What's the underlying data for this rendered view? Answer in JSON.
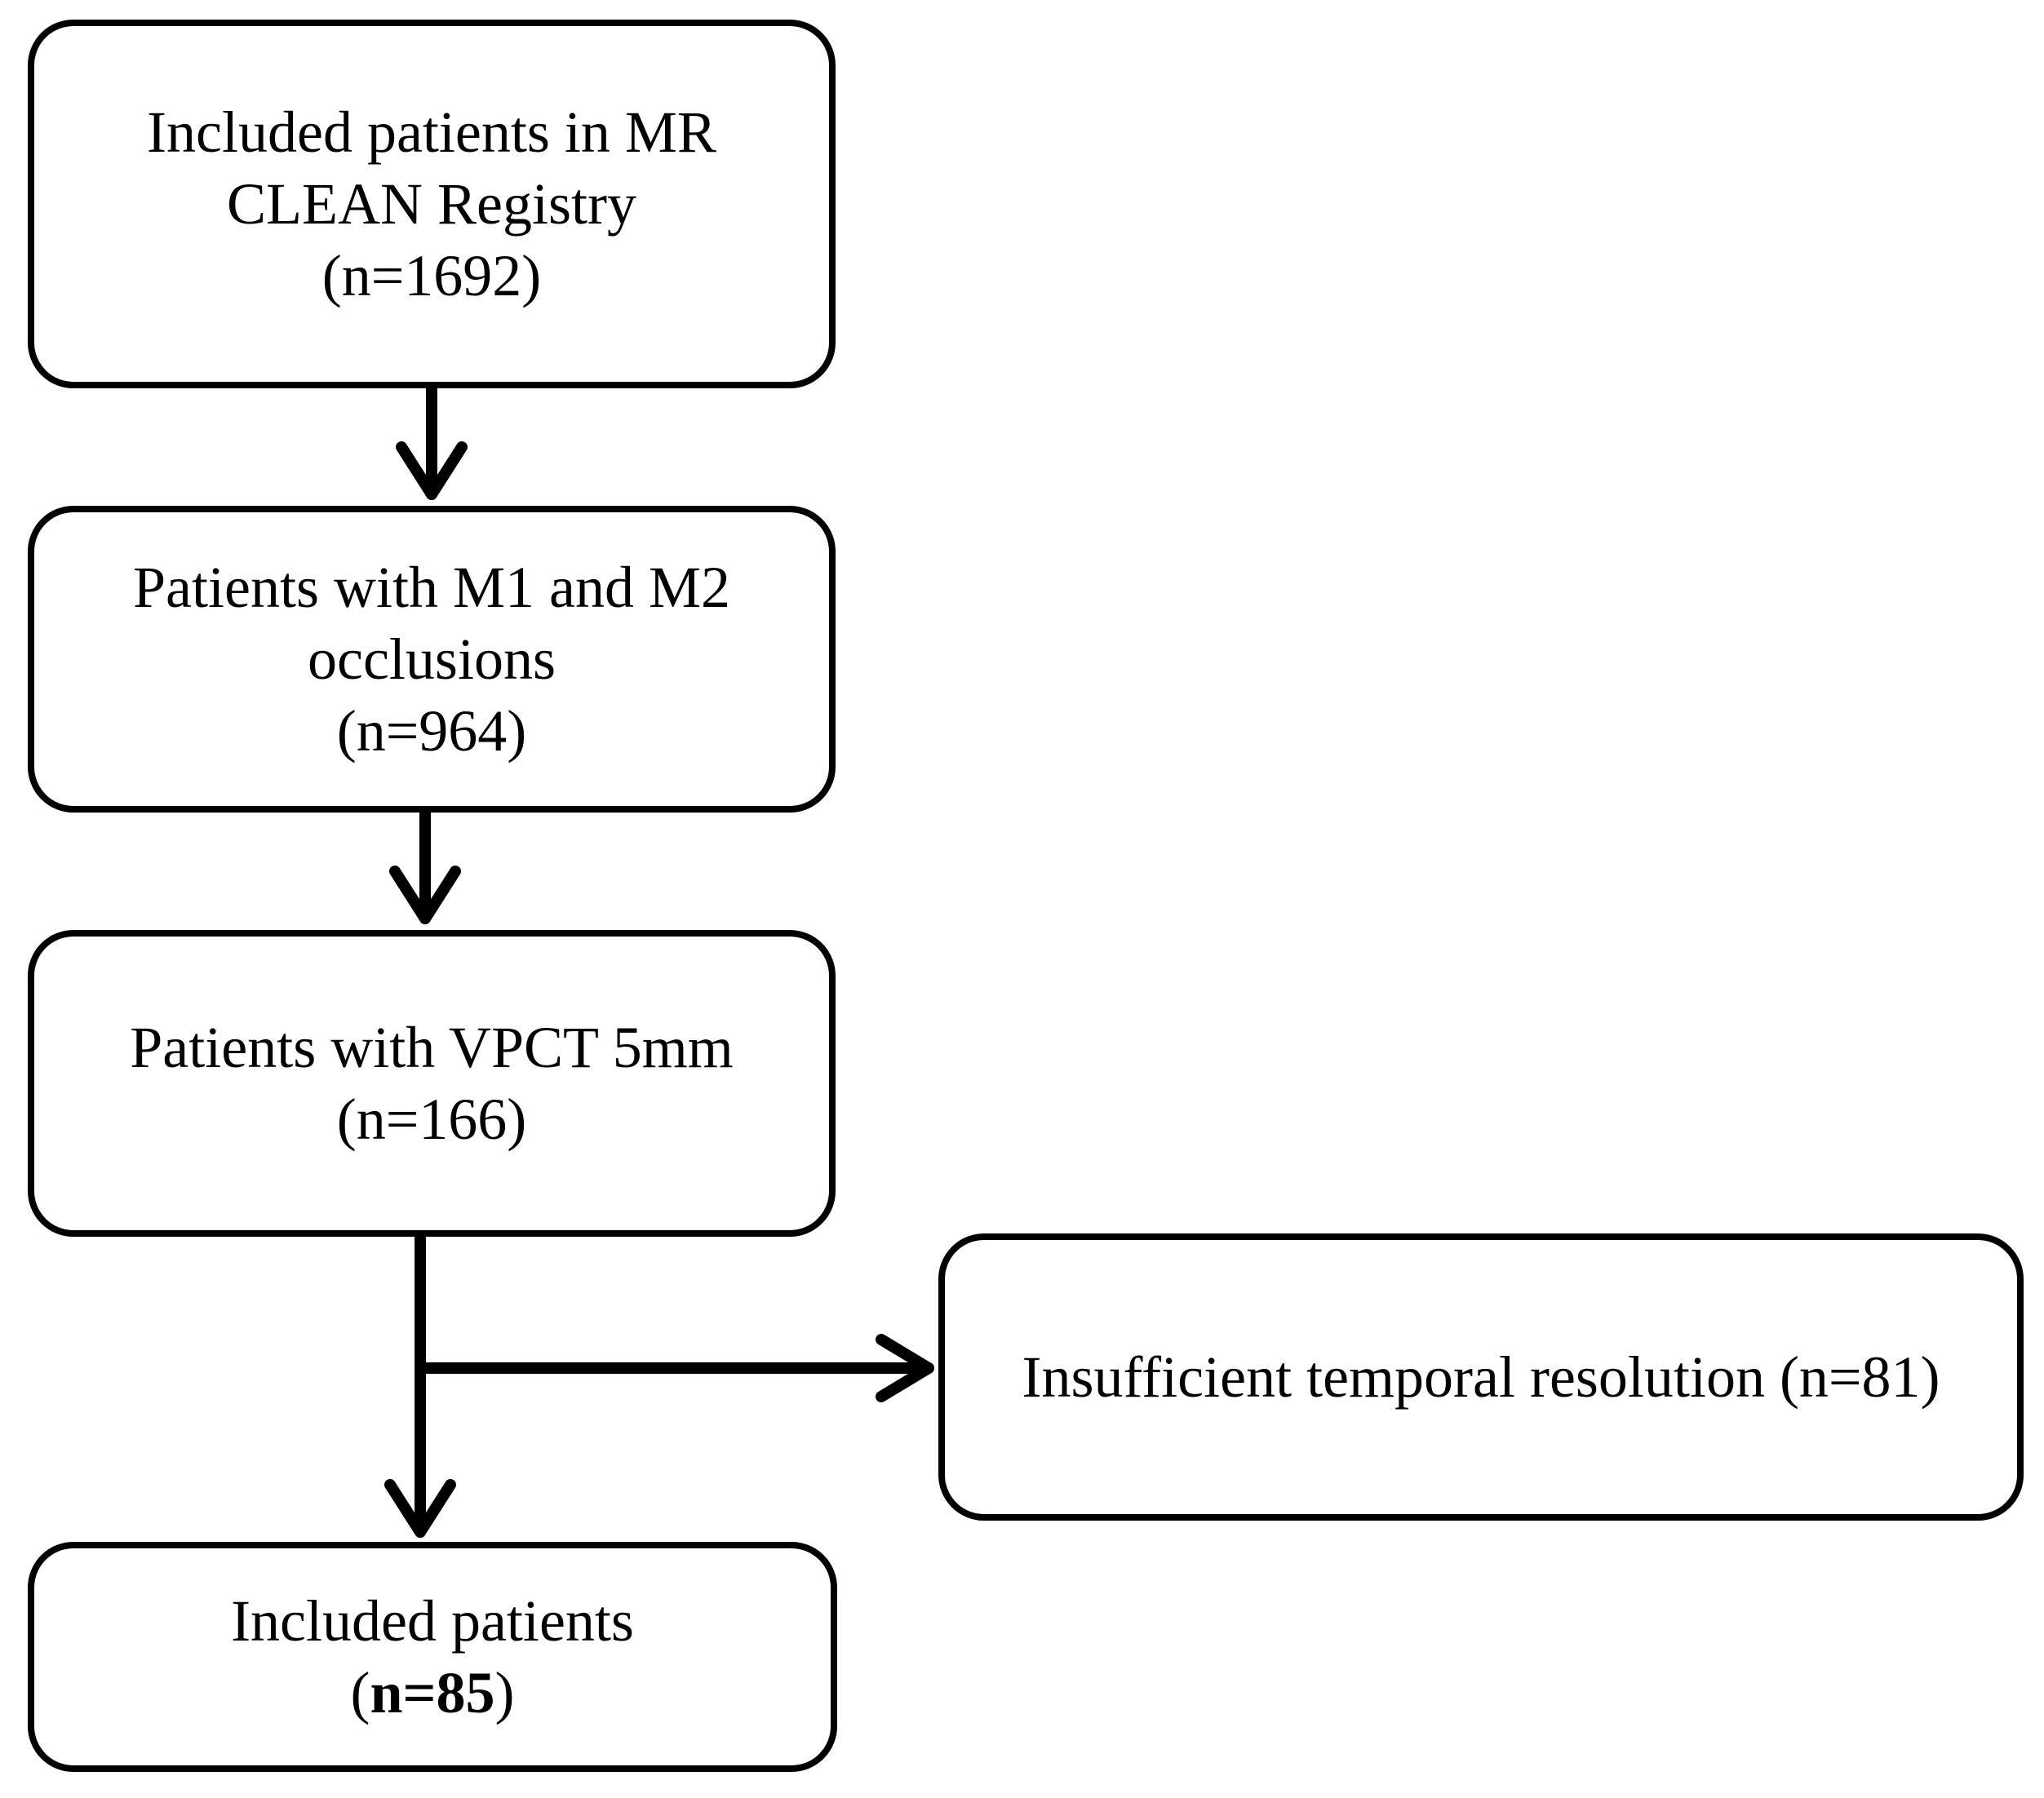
{
  "flowchart": {
    "nodes": [
      {
        "id": "registry",
        "lines": [
          "Included patients in MR",
          "CLEAN Registry",
          "(n=1692)"
        ]
      },
      {
        "id": "occlusions",
        "lines": [
          "Patients with M1 and M2",
          "occlusions",
          "(n=964)"
        ]
      },
      {
        "id": "vpct",
        "lines": [
          "Patients with VPCT 5mm",
          "(n=166)"
        ]
      },
      {
        "id": "excluded",
        "lines": [
          "Insufficient temporal resolution (n=81)"
        ]
      },
      {
        "id": "included",
        "lines": [
          "Included patients",
          "n=85"
        ],
        "count_prefix": "(",
        "count_suffix": ")"
      }
    ],
    "edges": [
      {
        "from": "registry",
        "to": "occlusions"
      },
      {
        "from": "occlusions",
        "to": "vpct"
      },
      {
        "from": "vpct",
        "to": "excluded"
      },
      {
        "from": "vpct",
        "to": "included"
      }
    ]
  }
}
